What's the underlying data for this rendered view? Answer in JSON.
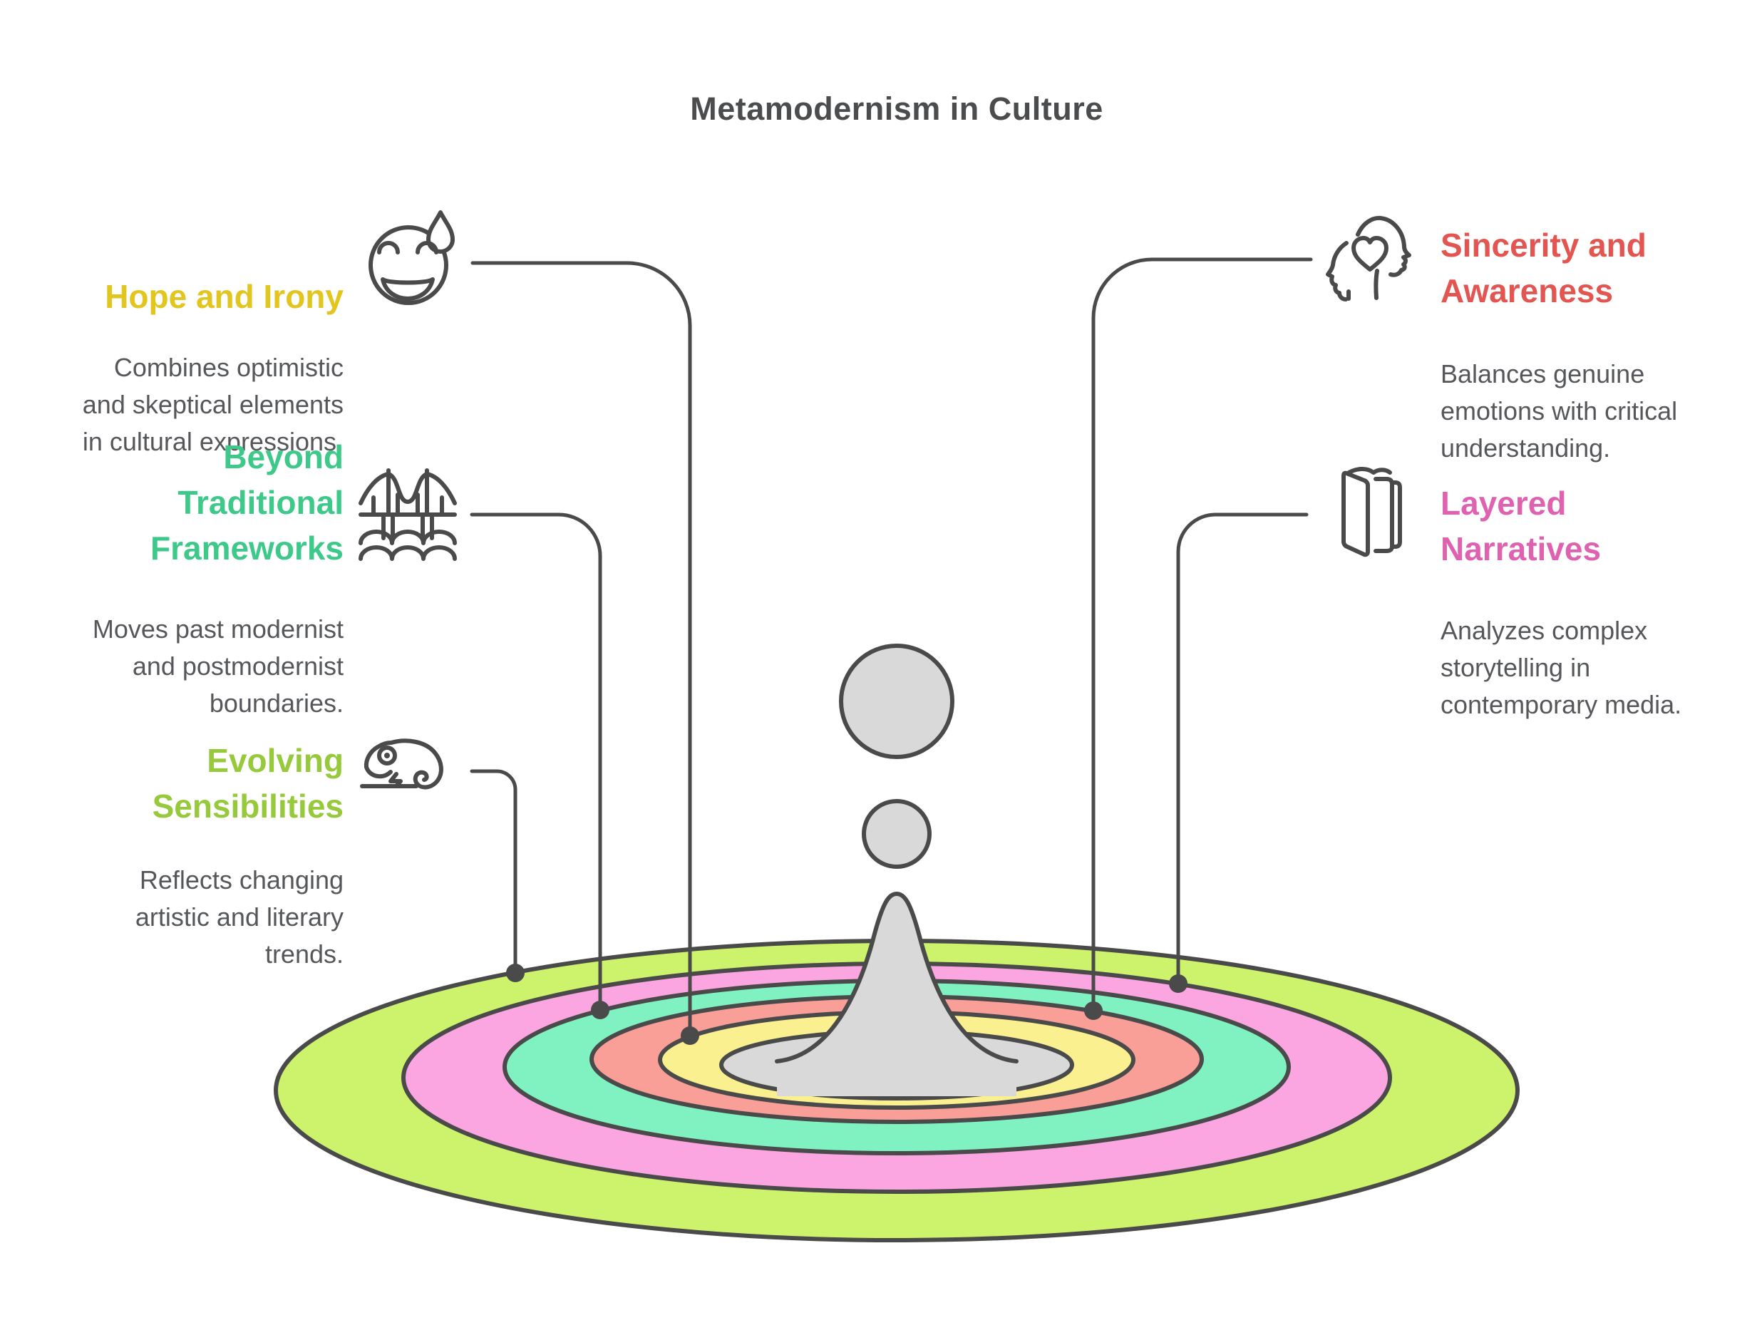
{
  "title": "Metamodernism in Culture",
  "colors": {
    "outline": "#4A4A4A",
    "title_text": "#4B4C4E",
    "body_text": "#55575A"
  },
  "rings": [
    {
      "name": "outer-green",
      "color": "#CDF36C"
    },
    {
      "name": "pink",
      "color": "#FBA6E1"
    },
    {
      "name": "teal",
      "color": "#80F2C2"
    },
    {
      "name": "salmon",
      "color": "#FA9F97"
    },
    {
      "name": "yellow",
      "color": "#FBF08F"
    },
    {
      "name": "center-gray",
      "color": "#D9D9D9"
    }
  ],
  "center_illustration": "water-droplet-splash-with-ripples",
  "sections": {
    "hope": {
      "heading_lines": [
        "Hope and Irony"
      ],
      "body_lines": [
        "Combines optimistic",
        "and skeptical elements",
        "in cultural expressions."
      ],
      "color": "#E2C51E",
      "icon": "laughing-face-sweat-drop-icon",
      "ring": "yellow"
    },
    "beyond": {
      "heading_lines": [
        "Beyond",
        "Traditional",
        "Frameworks"
      ],
      "body_lines": [
        "Moves past modernist",
        "and postmodernist",
        "boundaries."
      ],
      "color": "#3EC98A",
      "icon": "bridge-icon",
      "ring": "teal"
    },
    "evolving": {
      "heading_lines": [
        "Evolving",
        "Sensibilities"
      ],
      "body_lines": [
        "Reflects changing",
        "artistic and literary",
        "trends."
      ],
      "color": "#97C93D",
      "icon": "chameleon-icon",
      "ring": "outer-green"
    },
    "sincerity": {
      "heading_lines": [
        "Sincerity and",
        "Awareness"
      ],
      "body_lines": [
        "Balances genuine",
        "emotions with critical",
        "understanding."
      ],
      "color": "#E25551",
      "icon": "head-with-heart-icon",
      "ring": "salmon"
    },
    "layered": {
      "heading_lines": [
        "Layered",
        "Narratives"
      ],
      "body_lines": [
        "Analyzes complex",
        "storytelling in",
        "contemporary media."
      ],
      "color": "#DF62B0",
      "icon": "booklet-icon",
      "ring": "pink"
    }
  }
}
